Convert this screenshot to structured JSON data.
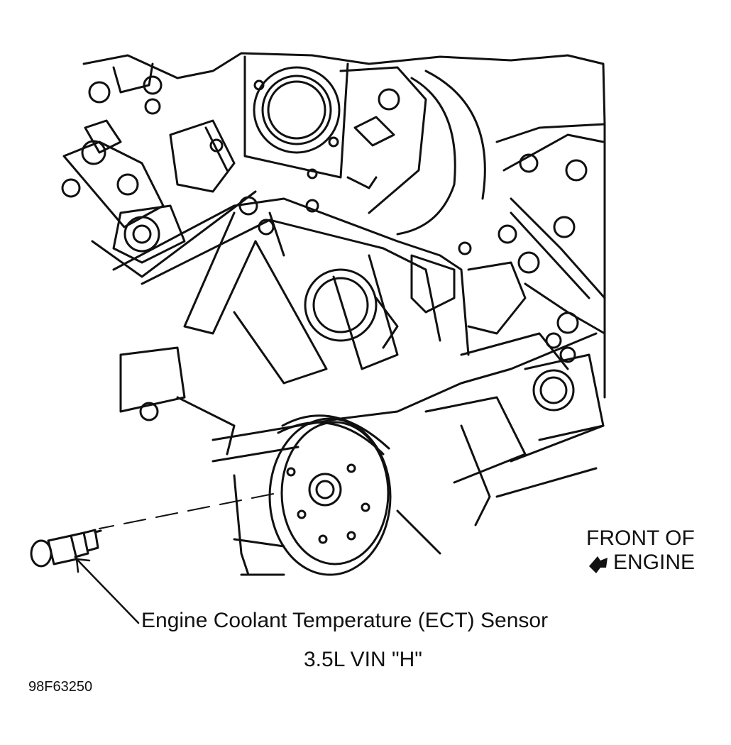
{
  "figure": {
    "callout_label": "Engine Coolant Temperature (ECT) Sensor",
    "engine_variant": "3.5L VIN \"H\"",
    "orientation_label_line1": "FRONT OF",
    "orientation_label_line2": "ENGINE",
    "figure_id": "98F63250"
  },
  "icons": {
    "orientation_arrow": "arrow-left-down-icon",
    "sensor": "ect-sensor-icon"
  },
  "colors": {
    "line_art": "#111111",
    "background": "#ffffff"
  }
}
